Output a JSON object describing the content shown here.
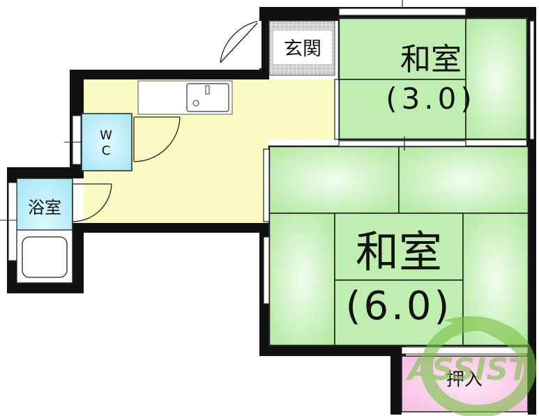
{
  "rooms": {
    "genkan": "玄関",
    "washitsu_small": {
      "label": "和室",
      "size": "(3.0)"
    },
    "washitsu_large": {
      "label": "和室",
      "size": "(6.0)"
    },
    "wc": {
      "line1": "W",
      "line2": "C"
    },
    "bath": "浴室",
    "closet": "押入"
  },
  "watermark": "ASSIST",
  "colors": {
    "tatami": "#bfeeb0",
    "tatami_light": "#e6fbe0",
    "kitchen": "#fafcc4",
    "wc": "#b9eefa",
    "bath": "#c9f0fb",
    "closet": "#f9c9ea",
    "genkan_tile": "#cfcfcf",
    "wall": "#111111",
    "watermark": "#79c143"
  }
}
